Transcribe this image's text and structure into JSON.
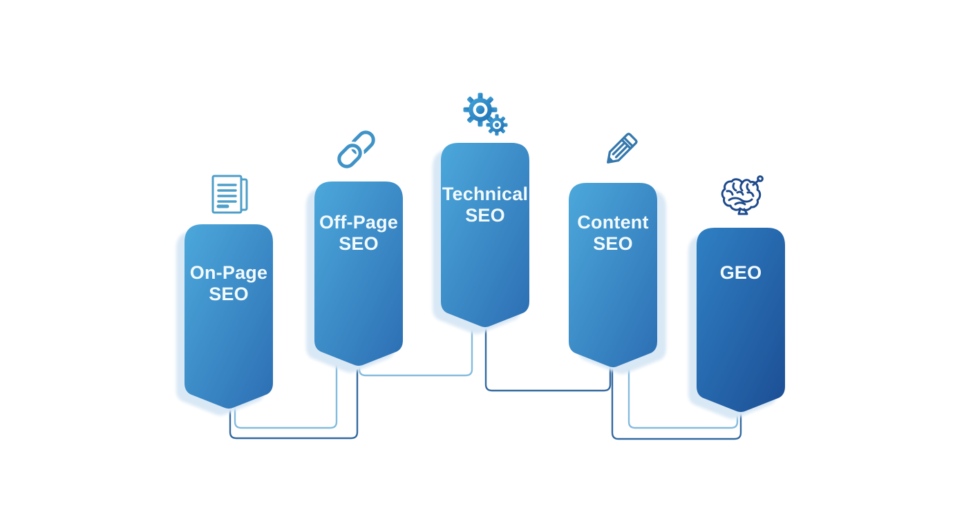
{
  "diagram": {
    "cards": [
      {
        "id": "on-page-seo",
        "line1": "On-Page",
        "line2": "SEO",
        "icon": "documents-icon"
      },
      {
        "id": "off-page-seo",
        "line1": "Off-Page",
        "line2": "SEO",
        "icon": "chain-link-icon"
      },
      {
        "id": "technical-seo",
        "line1": "Technical",
        "line2": "SEO",
        "icon": "gears-icon"
      },
      {
        "id": "content-seo",
        "line1": "Content",
        "line2": "SEO",
        "icon": "pencil-icon"
      },
      {
        "id": "geo",
        "line1": "GEO",
        "line2": "",
        "icon": "ai-brain-icon"
      }
    ],
    "connections": [
      {
        "from": "on-page-seo",
        "to": "off-page-seo",
        "style": "double-line"
      },
      {
        "from": "off-page-seo",
        "to": "technical-seo",
        "style": "single-light"
      },
      {
        "from": "technical-seo",
        "to": "content-seo",
        "style": "single-dark"
      },
      {
        "from": "content-seo",
        "to": "geo",
        "style": "double-line"
      }
    ],
    "colors": {
      "background": "#FFFFFF",
      "card_gradient_start": "#4CA8DB",
      "card_gradient_end": "#2C6EB3",
      "geo_gradient_start": "#3080C4",
      "geo_gradient_end": "#1C4E94",
      "card_shadow": "#D9E8F5",
      "connector_light": "#84BBDE",
      "connector_dark": "#33699F",
      "label_text": "#F2FAFD",
      "documents_icon_stroke": "#4D9EC9",
      "chain_icon_stroke": "#3F93C6",
      "gears_icon_fill_start": "#42A5DA",
      "gears_icon_fill_end": "#1F6FB2",
      "pencil_icon_stroke": "#3578AD",
      "brain_icon_stroke": "#1D4A8C"
    }
  }
}
